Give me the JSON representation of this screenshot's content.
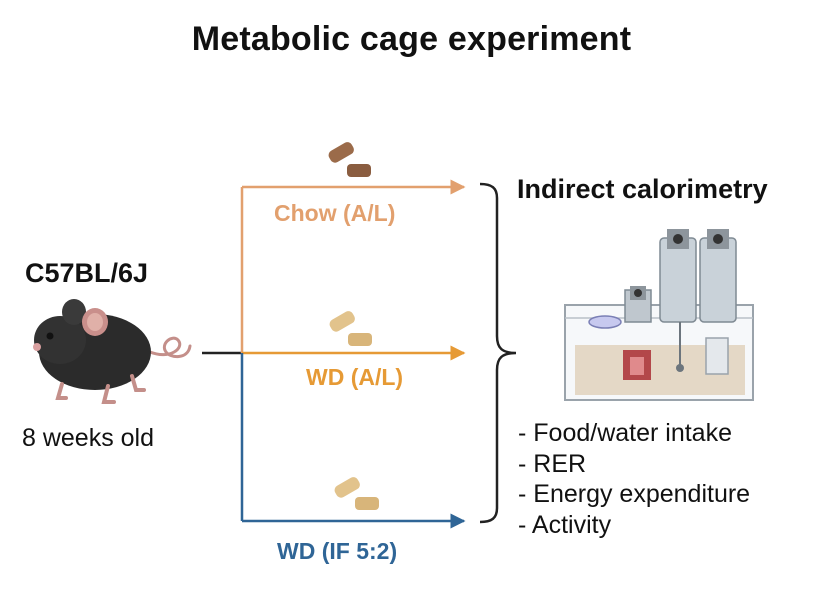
{
  "title": "Metabolic cage experiment",
  "mouse": {
    "strain": "C57BL/6J",
    "age": "8 weeks old"
  },
  "arms": [
    {
      "label": "Chow (A/L)",
      "color": "#e2a06e"
    },
    {
      "label": "WD (A/L)",
      "color": "#e69a35"
    },
    {
      "label": "WD (IF 5:2)",
      "color": "#2f6596"
    }
  ],
  "calorimetry": {
    "title": "Indirect calorimetry",
    "readouts": [
      "- Food/water intake",
      "- RER",
      "- Energy expenditure",
      "- Activity"
    ]
  }
}
